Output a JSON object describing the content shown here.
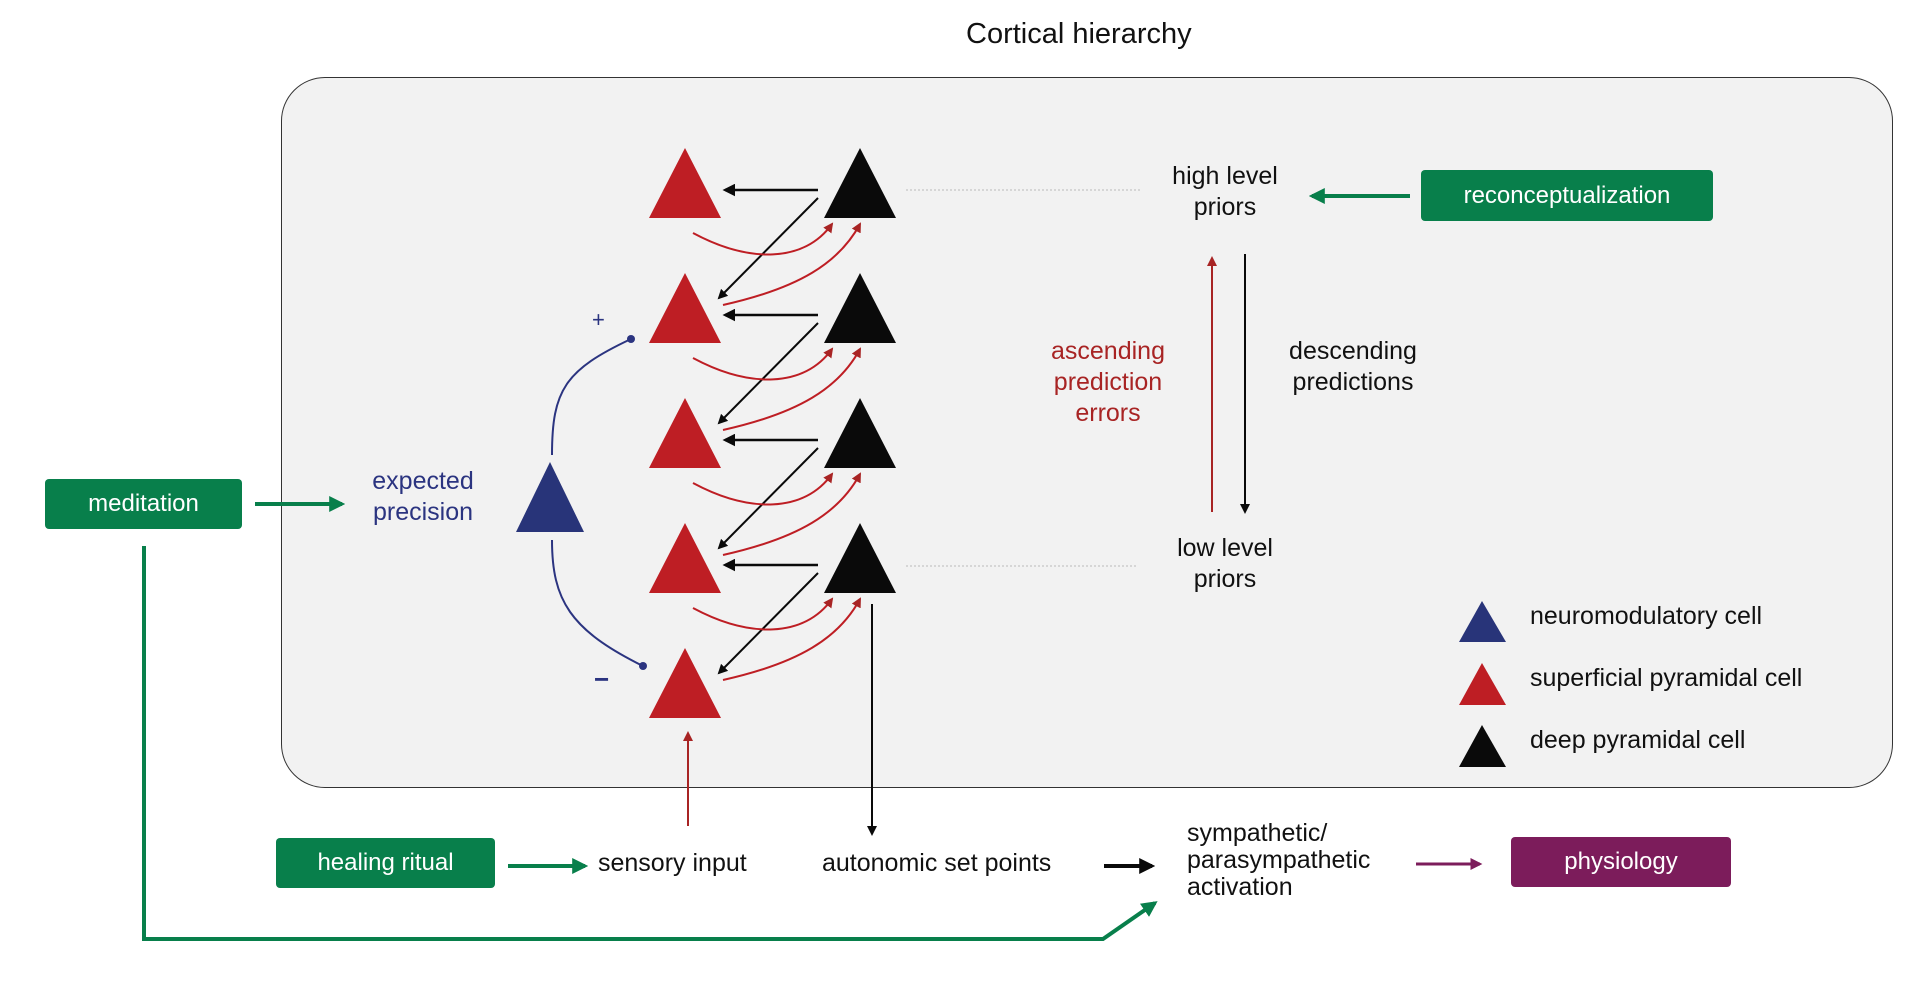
{
  "title": "Cortical hierarchy",
  "colors": {
    "intervention_green": "#087f4b",
    "physiology_purple": "#7c1c5b",
    "superficial_red": "#be1e24",
    "deep_black": "#0a0a0a",
    "neuromodulatory_blue": "#283479",
    "panel_bg": "#f2f2f2"
  },
  "interventions": {
    "meditation": "meditation",
    "reconceptualization": "reconceptualization",
    "healing_ritual": "healing ritual"
  },
  "precision": {
    "label_line1": "expected",
    "label_line2": "precision",
    "plus": "+",
    "minus": "−"
  },
  "hierarchy": {
    "high_priors_line1": "high level",
    "high_priors_line2": "priors",
    "low_priors_line1": "low level",
    "low_priors_line2": "priors",
    "ascending_line1": "ascending",
    "ascending_line2": "prediction",
    "ascending_line3": "errors",
    "descending_line1": "descending",
    "descending_line2": "predictions",
    "superficial_cell_count": 5,
    "deep_cell_count": 4
  },
  "bottom": {
    "sensory_input": "sensory input",
    "autonomic_set_points": "autonomic set points",
    "activation_line1": "sympathetic/",
    "activation_line2": "parasympathetic",
    "activation_line3": "activation",
    "physiology": "physiology"
  },
  "legend": [
    {
      "label": "neuromodulatory cell",
      "color": "#283479"
    },
    {
      "label": "superficial pyramidal cell",
      "color": "#be1e24"
    },
    {
      "label": "deep pyramidal cell",
      "color": "#0a0a0a"
    }
  ]
}
